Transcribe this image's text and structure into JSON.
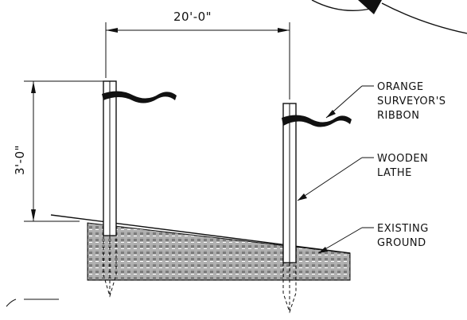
{
  "dimensions": {
    "horizontal": "20'-0\"",
    "vertical": "3'-0\""
  },
  "callouts": {
    "ribbon": [
      "ORANGE",
      "SURVEYOR'S",
      "RIBBON"
    ],
    "lathe": [
      "WOODEN",
      "LATHE"
    ],
    "ground": [
      "EXISTING",
      "GROUND"
    ]
  }
}
